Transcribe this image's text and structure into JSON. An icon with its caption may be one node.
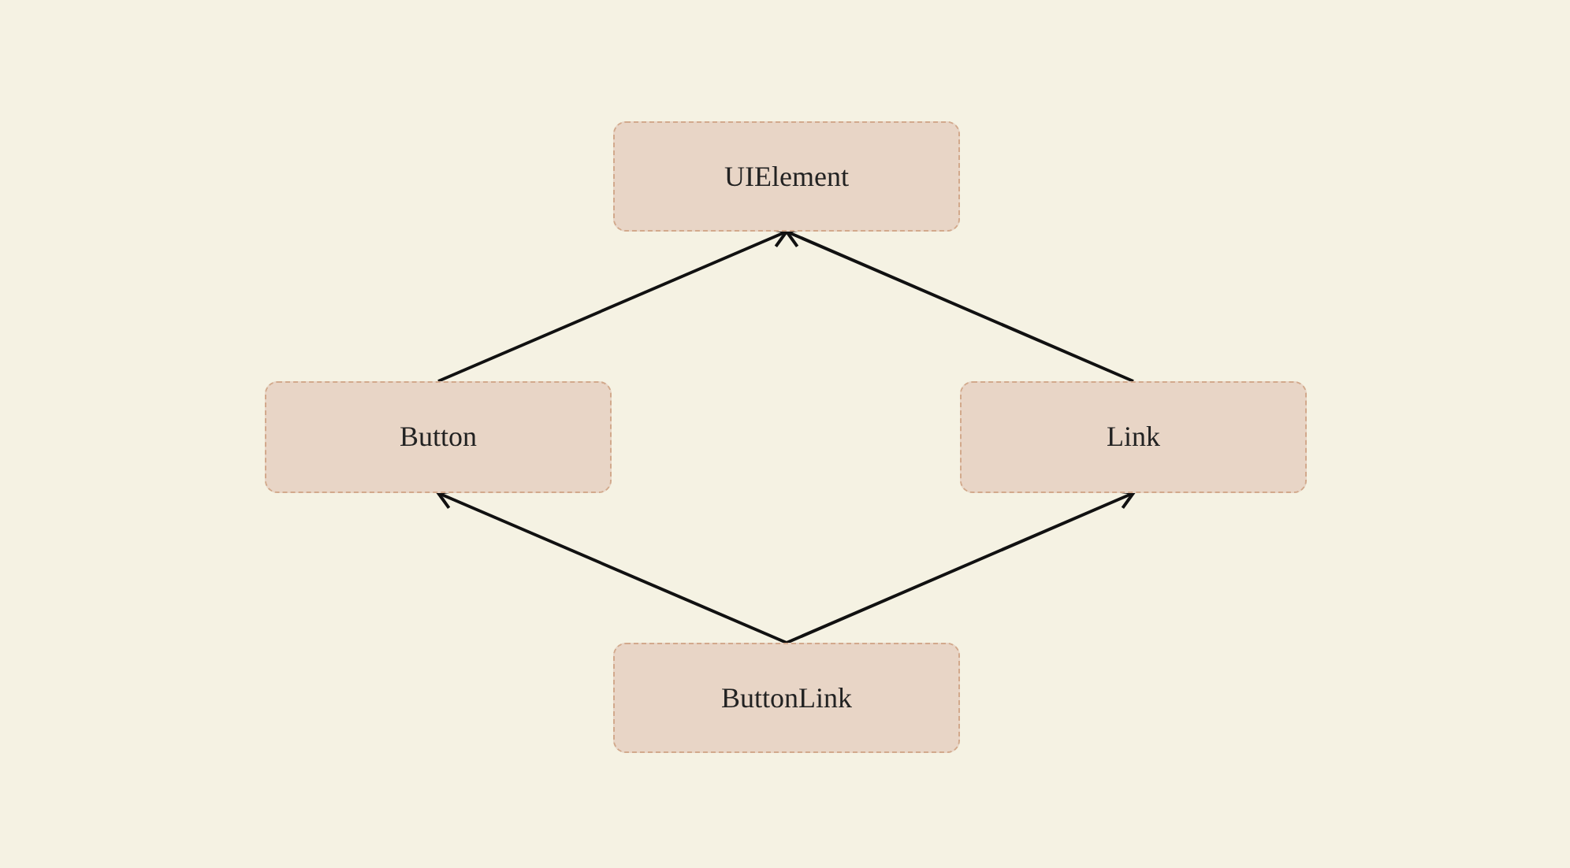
{
  "diagram": {
    "nodes": [
      {
        "text": [
          "UIElement"
        ]
      },
      {
        "text": [
          "Button"
        ]
      },
      {
        "text": [
          "Link"
        ]
      },
      {
        "text": [
          "ButtonLink"
        ]
      }
    ],
    "edges": [
      {
        "from": 1,
        "to": 0,
        "arrow": "to"
      },
      {
        "from": 2,
        "to": 0,
        "arrow": "to"
      },
      {
        "from": 3,
        "to": 1,
        "arrow": "to"
      },
      {
        "from": 3,
        "to": 2,
        "arrow": "to"
      }
    ]
  }
}
